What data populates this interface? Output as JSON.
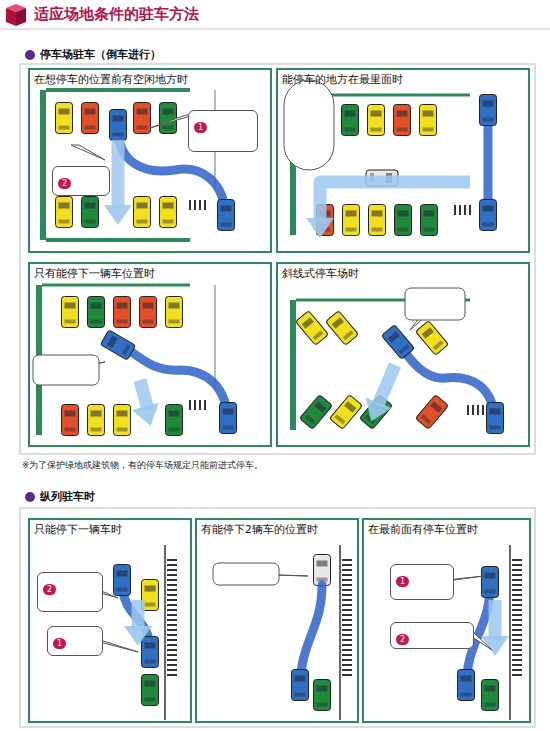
{
  "diagram": {
    "title": "适应场地条件的驻车方法",
    "nodes": [
      {
        "text": [
          "在想停车的位置前有空闲地方时"
        ]
      },
      {
        "text": [
          "1"
        ],
        "in": 0
      },
      {
        "text": [
          "2"
        ],
        "in": 0
      },
      {
        "text": [
          "能停车的地方在最里面时"
        ]
      },
      {
        "text": [
          "只有能停下一辆车位置时"
        ]
      },
      {
        "text": [
          "斜线式停车场时"
        ]
      },
      {
        "text": [
          "只能停下一辆车时"
        ]
      },
      {
        "text": [
          "2"
        ],
        "in": 6
      },
      {
        "text": [
          "1"
        ],
        "in": 6
      },
      {
        "text": [
          "有能停下2辆车的位置时"
        ]
      },
      {
        "text": [
          "在最前面有停车位置时"
        ]
      },
      {
        "text": [
          "1"
        ],
        "in": 10
      },
      {
        "text": [
          "2"
        ],
        "in": 10
      }
    ],
    "edges": [],
    "labels": [
      "停车场驻车（倒车进行）",
      "※为了保护绿地或建筑物，有的停车场规定只能前进式停车。",
      "纵列驻车时"
    ]
  }
}
